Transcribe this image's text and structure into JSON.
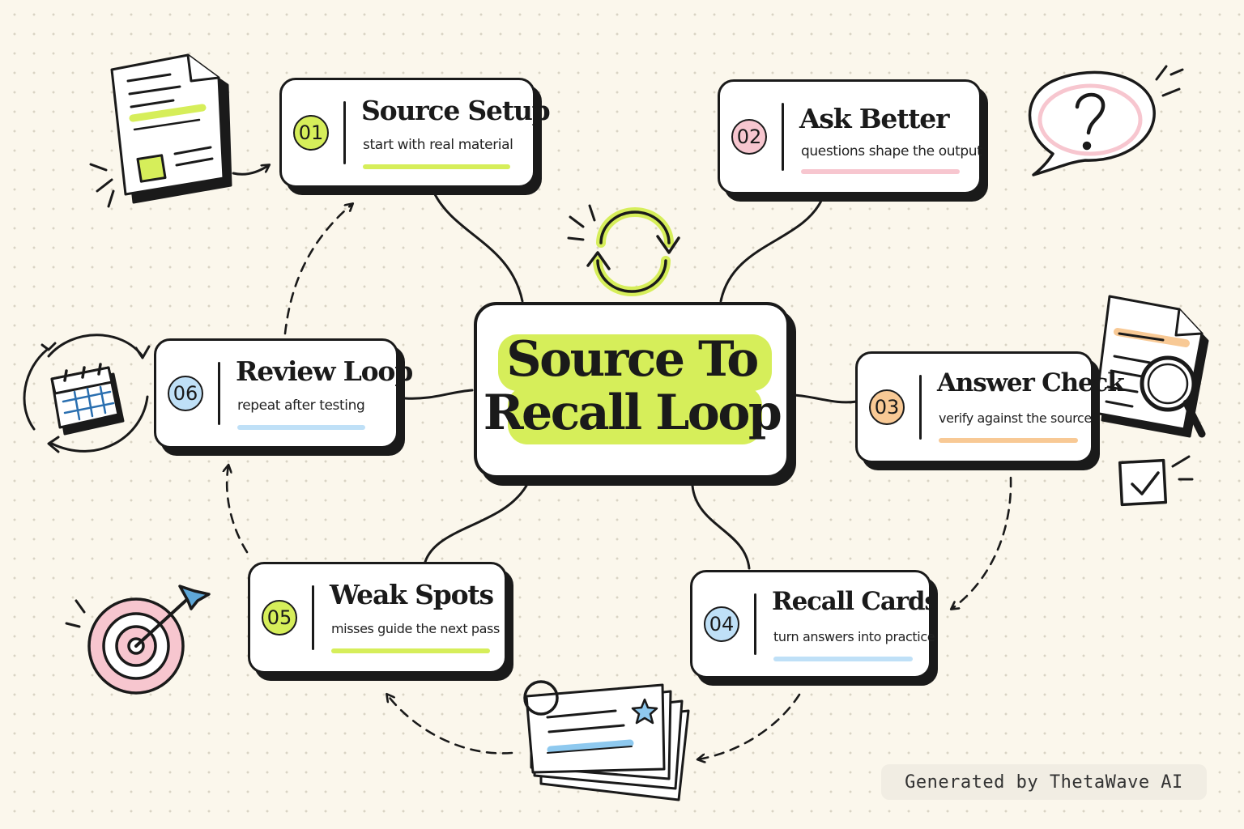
{
  "center": {
    "line1": "Source To",
    "line2": "Recall Loop"
  },
  "colors": {
    "lime": "#d6ee5a",
    "pink": "#f7c6cf",
    "orange": "#f8c995",
    "blue": "#bfe0f7",
    "ink": "#1a1a1a"
  },
  "steps": [
    {
      "number": "01",
      "title": "Source Setup",
      "subtitle": "start with real material"
    },
    {
      "number": "02",
      "title": "Ask Better",
      "subtitle": "questions shape the output"
    },
    {
      "number": "03",
      "title": "Answer Check",
      "subtitle": "verify against the source"
    },
    {
      "number": "04",
      "title": "Recall Cards",
      "subtitle": "turn answers into practice"
    },
    {
      "number": "05",
      "title": "Weak Spots",
      "subtitle": "misses guide the next pass"
    },
    {
      "number": "06",
      "title": "Review Loop",
      "subtitle": "repeat after testing"
    }
  ],
  "icons": [
    "document-icon",
    "question-bubble-icon",
    "magnifier-document-icon",
    "checkbox-icon",
    "flashcards-icon",
    "target-icon",
    "calendar-cycle-icon",
    "cycle-arrows-icon"
  ],
  "credit": "Generated by ThetaWave AI"
}
